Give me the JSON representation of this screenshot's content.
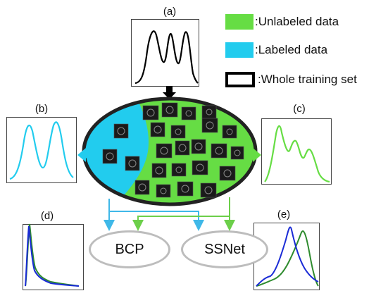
{
  "labels": {
    "a": "(a)",
    "b": "(b)",
    "c": "(c)",
    "d": "(d)",
    "e": "(e)"
  },
  "legend": [
    {
      "text": ":Unlabeled data",
      "color": "#66dd44",
      "kind": "fill"
    },
    {
      "text": ":Labeled data",
      "color": "#22ccee",
      "kind": "fill"
    },
    {
      "text": ":Whole training set",
      "color": "#000000",
      "kind": "outline"
    }
  ],
  "methods": {
    "bcp": "BCP",
    "ssnet": "SSNet"
  },
  "colors": {
    "unlabeled": "#66dd44",
    "labeled": "#22ccee",
    "whole": "#000000",
    "blue_series": "#1a2bd6",
    "green_series": "#2e8b2e",
    "arrow_blue": "#3fb8e8",
    "arrow_green": "#6ccf4a",
    "ellipse_border": "#222222",
    "method_border": "#bdbdbd"
  },
  "icons": {
    "arrow_down": "black-down-arrow-icon",
    "arrow_left": "cyan-left-arrow-icon",
    "arrow_right": "green-right-arrow-icon"
  }
}
